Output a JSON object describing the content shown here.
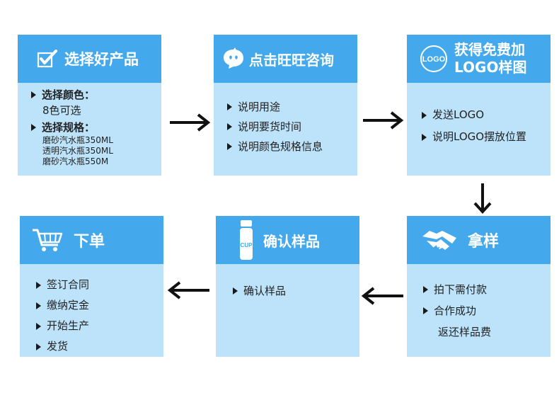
{
  "steps": [
    {
      "title": "选择好产品",
      "icon": "checkbox-icon",
      "groups": [
        {
          "heading": "选择颜色：",
          "lines": [
            "8色可选"
          ]
        },
        {
          "heading": "选择规格：",
          "lines": [
            "磨砂汽水瓶350ML",
            "透明汽水瓶350ML",
            "磨砂汽水瓶550M"
          ]
        }
      ]
    },
    {
      "title": "点击旺旺咨询",
      "icon": "wangwang-icon",
      "items": [
        "说明用途",
        "说明要货时间",
        "说明颜色规格信息"
      ]
    },
    {
      "title_line1": "获得免费加",
      "title_line2": "LOGO样图",
      "icon": "logo-badge-icon",
      "icon_text": "LOGO",
      "items": [
        "发送LOGO",
        "说明LOGO摆放位置"
      ]
    },
    {
      "title": "拿样",
      "icon": "handshake-icon",
      "items": [
        "拍下需付款",
        "合作成功"
      ],
      "extra": "返还样品费"
    },
    {
      "title": "确认样品",
      "icon": "cup-bottle-icon",
      "icon_text": "CUP",
      "items": [
        "确认样品"
      ]
    },
    {
      "title": "下单",
      "icon": "shopping-cart-icon",
      "items": [
        "签订合同",
        "缴纳定金",
        "开始生产",
        "发货"
      ]
    }
  ],
  "colors": {
    "header": "#43a9ec",
    "body": "#bde3fb",
    "arrow": "#111111"
  }
}
